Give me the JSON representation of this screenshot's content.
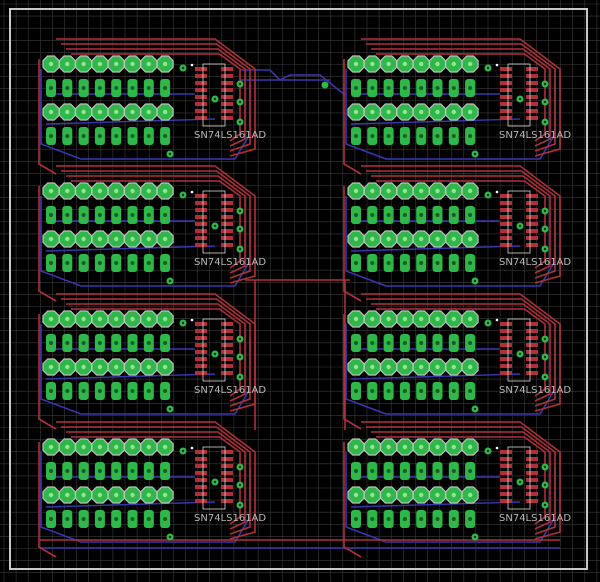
{
  "view": {
    "type": "pcb-layout",
    "grid": "on",
    "colors": {
      "background": "#000000",
      "grid": "#3a3a3a",
      "outline": "#c8c8c8",
      "top_copper": "#b0303a",
      "bottom_copper": "#3a36b0",
      "pad": "#2fb84a",
      "pad_ring": "#c0c0c0",
      "drill": "#9adf9a",
      "label": "#b8b8b8"
    }
  },
  "chips": [
    {
      "label": "SN74LS161AD"
    },
    {
      "label": "SN74LS161AD"
    },
    {
      "label": "SN74LS161AD"
    },
    {
      "label": "SN74LS161AD"
    },
    {
      "label": "SN74LS161AD"
    },
    {
      "label": "SN74LS161AD"
    },
    {
      "label": "SN74LS161AD"
    },
    {
      "label": "SN74LS161AD"
    }
  ],
  "blocks": {
    "count": 8,
    "header_pins_per_row": 8,
    "header_rows_per_block": 2,
    "smd_pads_per_row": 8
  }
}
